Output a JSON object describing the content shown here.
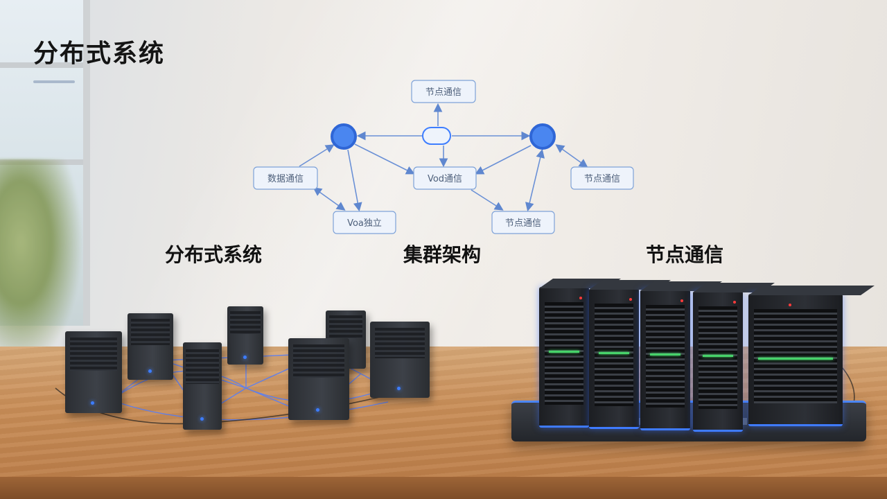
{
  "slide": {
    "title": "分布式系统"
  },
  "sections": [
    {
      "label": "分布式系统"
    },
    {
      "label": "集群架构"
    },
    {
      "label": "节点通信"
    }
  ],
  "diagram": {
    "boxes": [
      {
        "label": "节点通信"
      },
      {
        "label": "数据通信"
      },
      {
        "label": "Vod通信"
      },
      {
        "label": "节点通信"
      },
      {
        "label": "Voa独立"
      },
      {
        "label": "节点通信"
      }
    ]
  },
  "colors": {
    "node_blue": "#3d7dff",
    "box_border": "#7ea2d8",
    "box_fill": "#eef3fb",
    "rack_glow": "#3f7bff",
    "led_green": "#47d36a"
  }
}
